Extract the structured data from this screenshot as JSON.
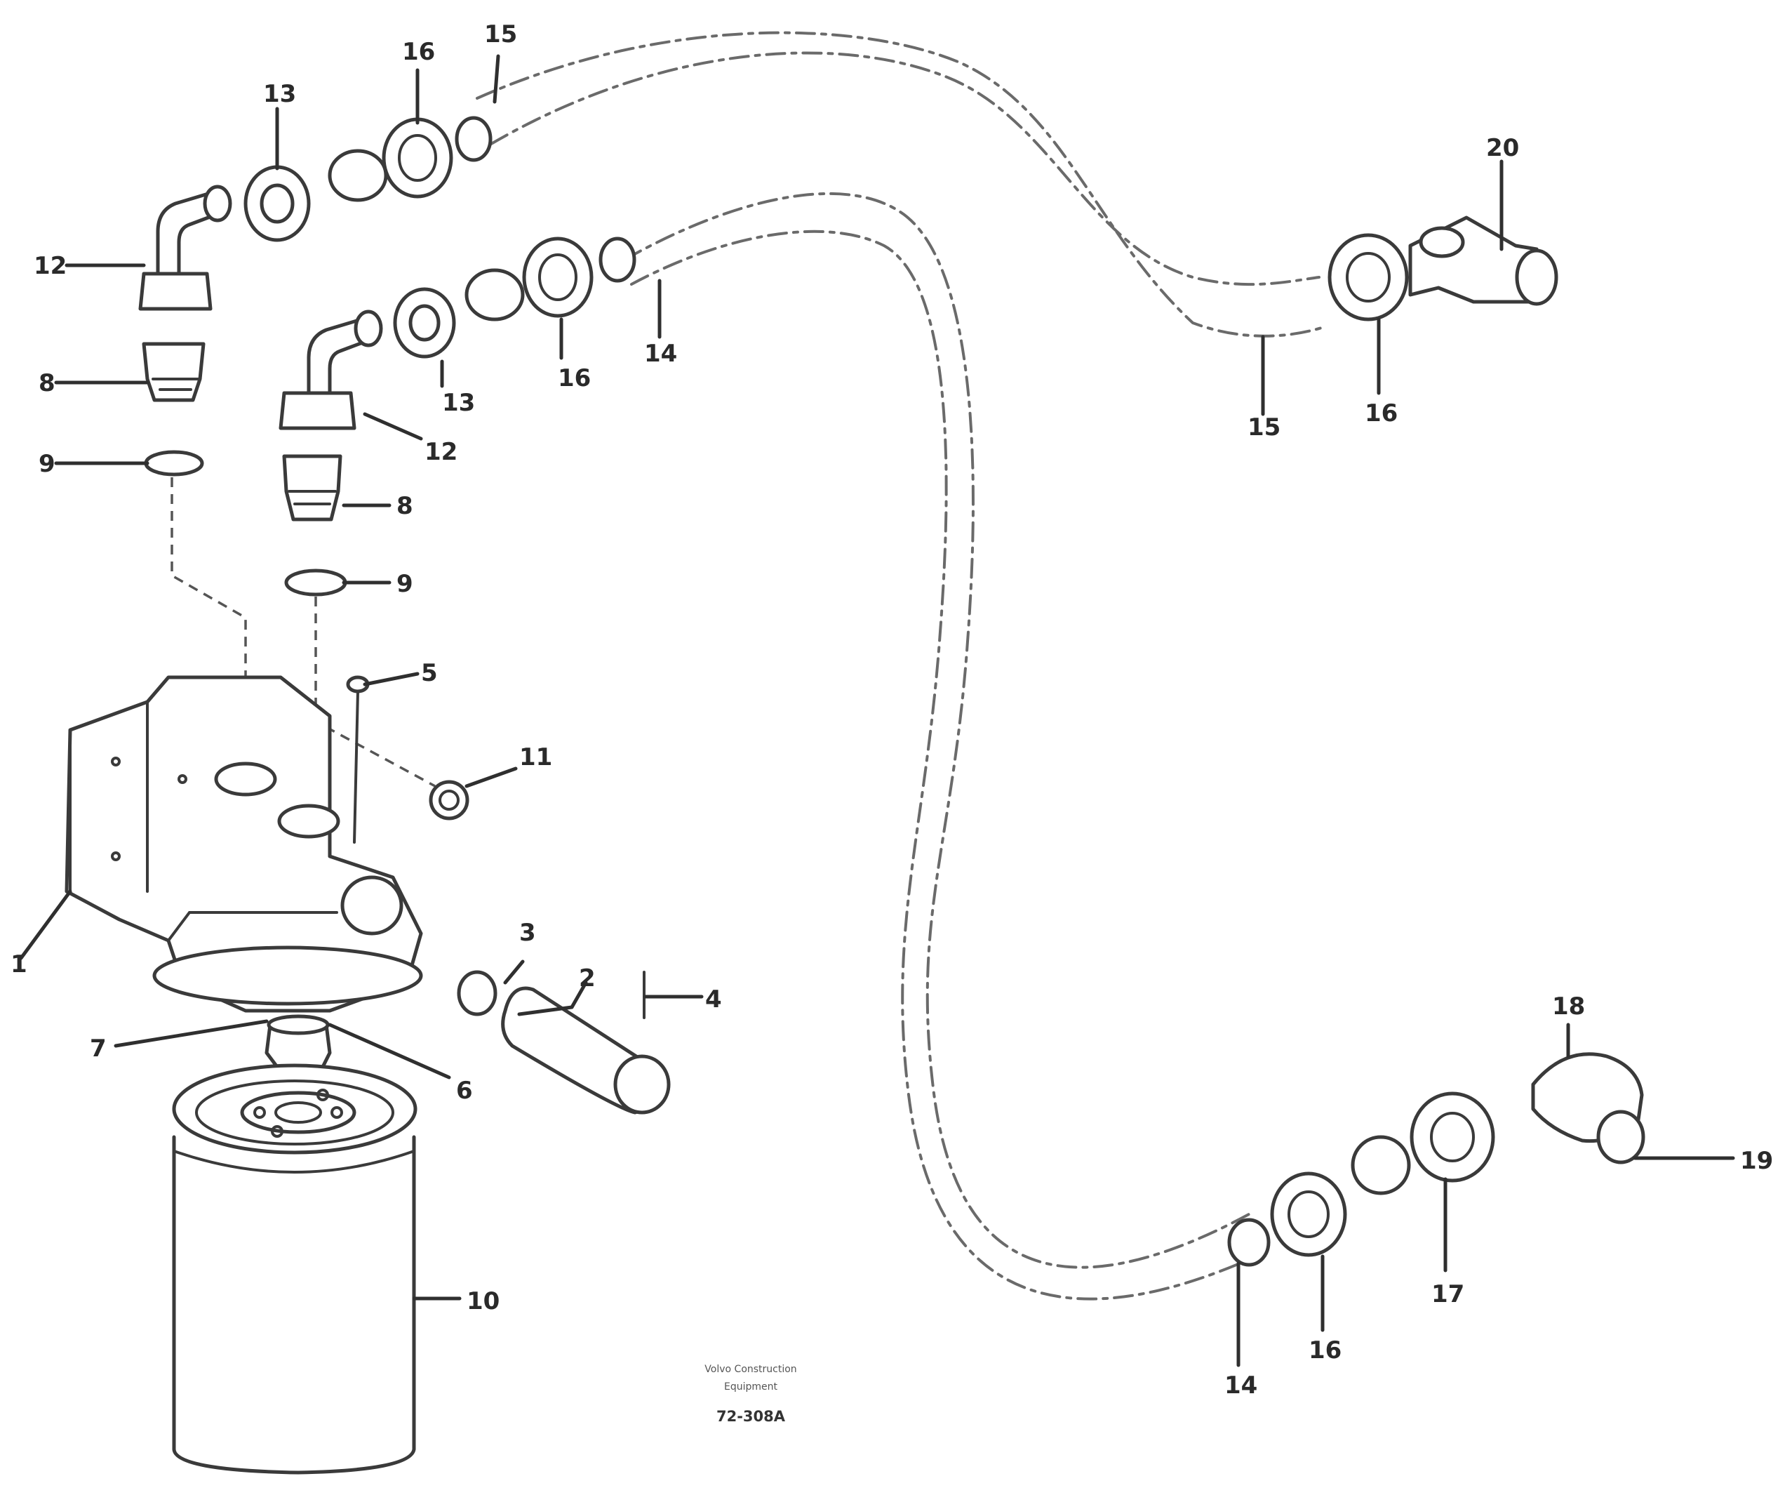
{
  "callouts": {
    "c1": "1",
    "c2": "2",
    "c3": "3",
    "c4": "4",
    "c5": "5",
    "c6": "6",
    "c7": "7",
    "c8a": "8",
    "c8b": "8",
    "c9a": "9",
    "c9b": "9",
    "c10": "10",
    "c11": "11",
    "c12a": "12",
    "c12b": "12",
    "c13a": "13",
    "c13b": "13",
    "c14a": "14",
    "c14b": "14",
    "c15": "15",
    "c16a": "16",
    "c16b": "16",
    "c16c": "16",
    "c16d": "16",
    "c17": "17",
    "c18": "18",
    "c19": "19",
    "c20": "20",
    "c15b": "15"
  },
  "stamp": {
    "line1": "Volvo Construction",
    "line2": "Equipment",
    "code": "72-308A"
  }
}
